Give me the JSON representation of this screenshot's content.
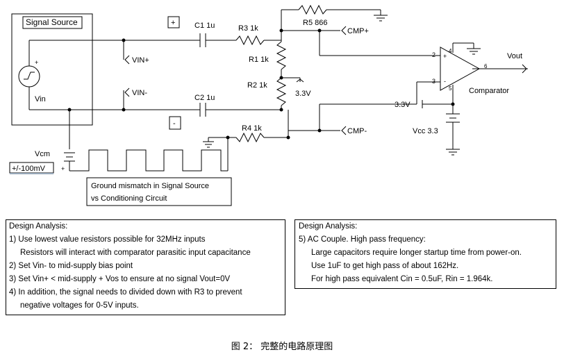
{
  "schematic": {
    "signal_source_label": "Signal Source",
    "vin_label": "Vin",
    "vin_plus": "VIN+",
    "vin_minus": "VIN-",
    "plus_box": "+",
    "minus_box": "-",
    "c1": "C1 1u",
    "c2": "C2 1u",
    "r3": "R3 1k",
    "r1": "R1 1k",
    "r2": "R2 1k",
    "r4": "R4 1k",
    "r5": "R5 866",
    "cmp_plus": "CMP+",
    "cmp_minus": "CMP-",
    "v33_a": "3.3V",
    "v33_b": "3.3V",
    "vcc": "Vcc 3.3",
    "vout": "Vout",
    "comparator": "Comparator",
    "pin2": "2",
    "pin3": "3",
    "pin4": "4",
    "pin5": "5",
    "pin6": "6",
    "vcm": "Vcm",
    "vcm_value": "+/-100mV",
    "vcm_plus": "+",
    "ground_mismatch_line1": "Ground mismatch in Signal Source",
    "ground_mismatch_line2": "vs Conditioning Circuit"
  },
  "design_left": {
    "title": "Design Analysis:",
    "line1": "1) Use lowest value resistors possible for 32MHz inputs",
    "line2": "Resistors will interact with comparator parasitic input capacitance",
    "line3": "2) Set Vin- to mid-supply bias point",
    "line4": "3) Set Vin+ < mid-supply + Vos to ensure at no signal Vout=0V",
    "line5": "4) In addition, the signal needs to divided down with R3 to prevent",
    "line6": "negative voltages for 0-5V inputs."
  },
  "design_right": {
    "title": "Design Analysis:",
    "line1": "5) AC Couple. High pass frequency:",
    "line2": "Large capacitors require longer startup time from power-on.",
    "line3": "Use 1uF to get high pass of about 162Hz.",
    "line4": "For high pass equivalent Cin = 0.5uF, Rin = 1.964k."
  },
  "caption": "图 2：  完整的电路原理图"
}
